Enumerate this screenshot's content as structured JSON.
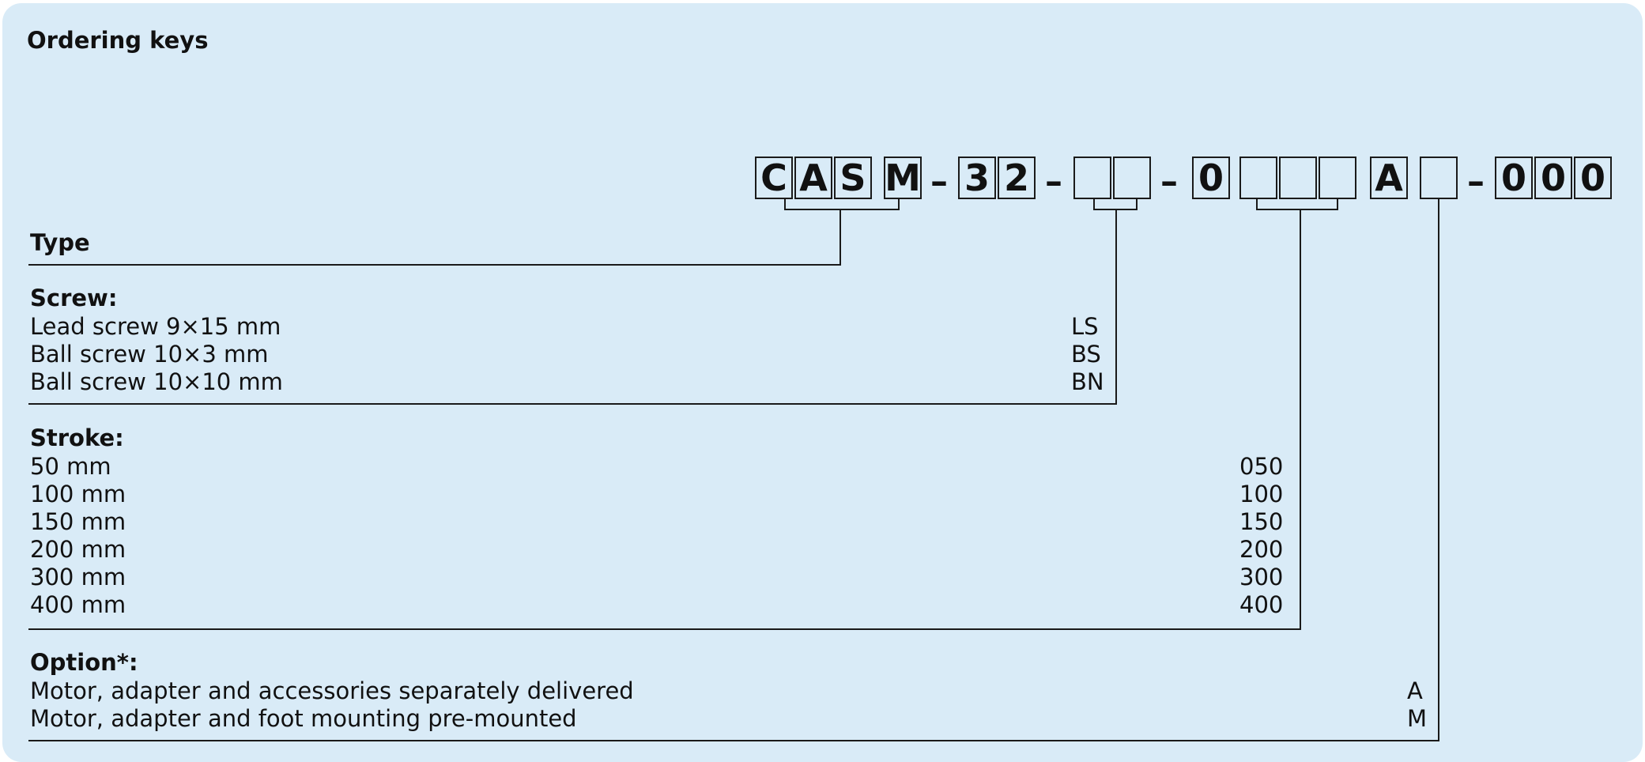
{
  "title": "Ordering keys",
  "key": {
    "group1": [
      "C",
      "A",
      "S",
      "M"
    ],
    "sep1": "–",
    "group2": [
      "3",
      "2"
    ],
    "sep2": "–",
    "group3": [
      "",
      ""
    ],
    "sep3": "–",
    "group4": [
      "0"
    ],
    "group5": [
      "",
      "",
      ""
    ],
    "group6": [
      "A"
    ],
    "group7": [
      ""
    ],
    "sep4": "–",
    "group8": [
      "0",
      "0",
      "0"
    ]
  },
  "type": {
    "title": "Type"
  },
  "screw": {
    "title": "Screw:",
    "options": [
      {
        "label": "Lead screw 9×15 mm",
        "code": "LS"
      },
      {
        "label": "Ball screw 10×3 mm",
        "code": "BS"
      },
      {
        "label": "Ball screw 10×10 mm",
        "code": "BN"
      }
    ]
  },
  "stroke": {
    "title": "Stroke:",
    "options": [
      {
        "label": "50 mm",
        "code": "050"
      },
      {
        "label": "100 mm",
        "code": "100"
      },
      {
        "label": "150 mm",
        "code": "150"
      },
      {
        "label": "200 mm",
        "code": "200"
      },
      {
        "label": "300 mm",
        "code": "300"
      },
      {
        "label": "400 mm",
        "code": "400"
      }
    ]
  },
  "option": {
    "title": "Option*:",
    "options": [
      {
        "label": "Motor, adapter and accessories separately delivered",
        "code": "A"
      },
      {
        "label": "Motor, adapter and foot mounting pre-mounted",
        "code": "M"
      }
    ]
  }
}
